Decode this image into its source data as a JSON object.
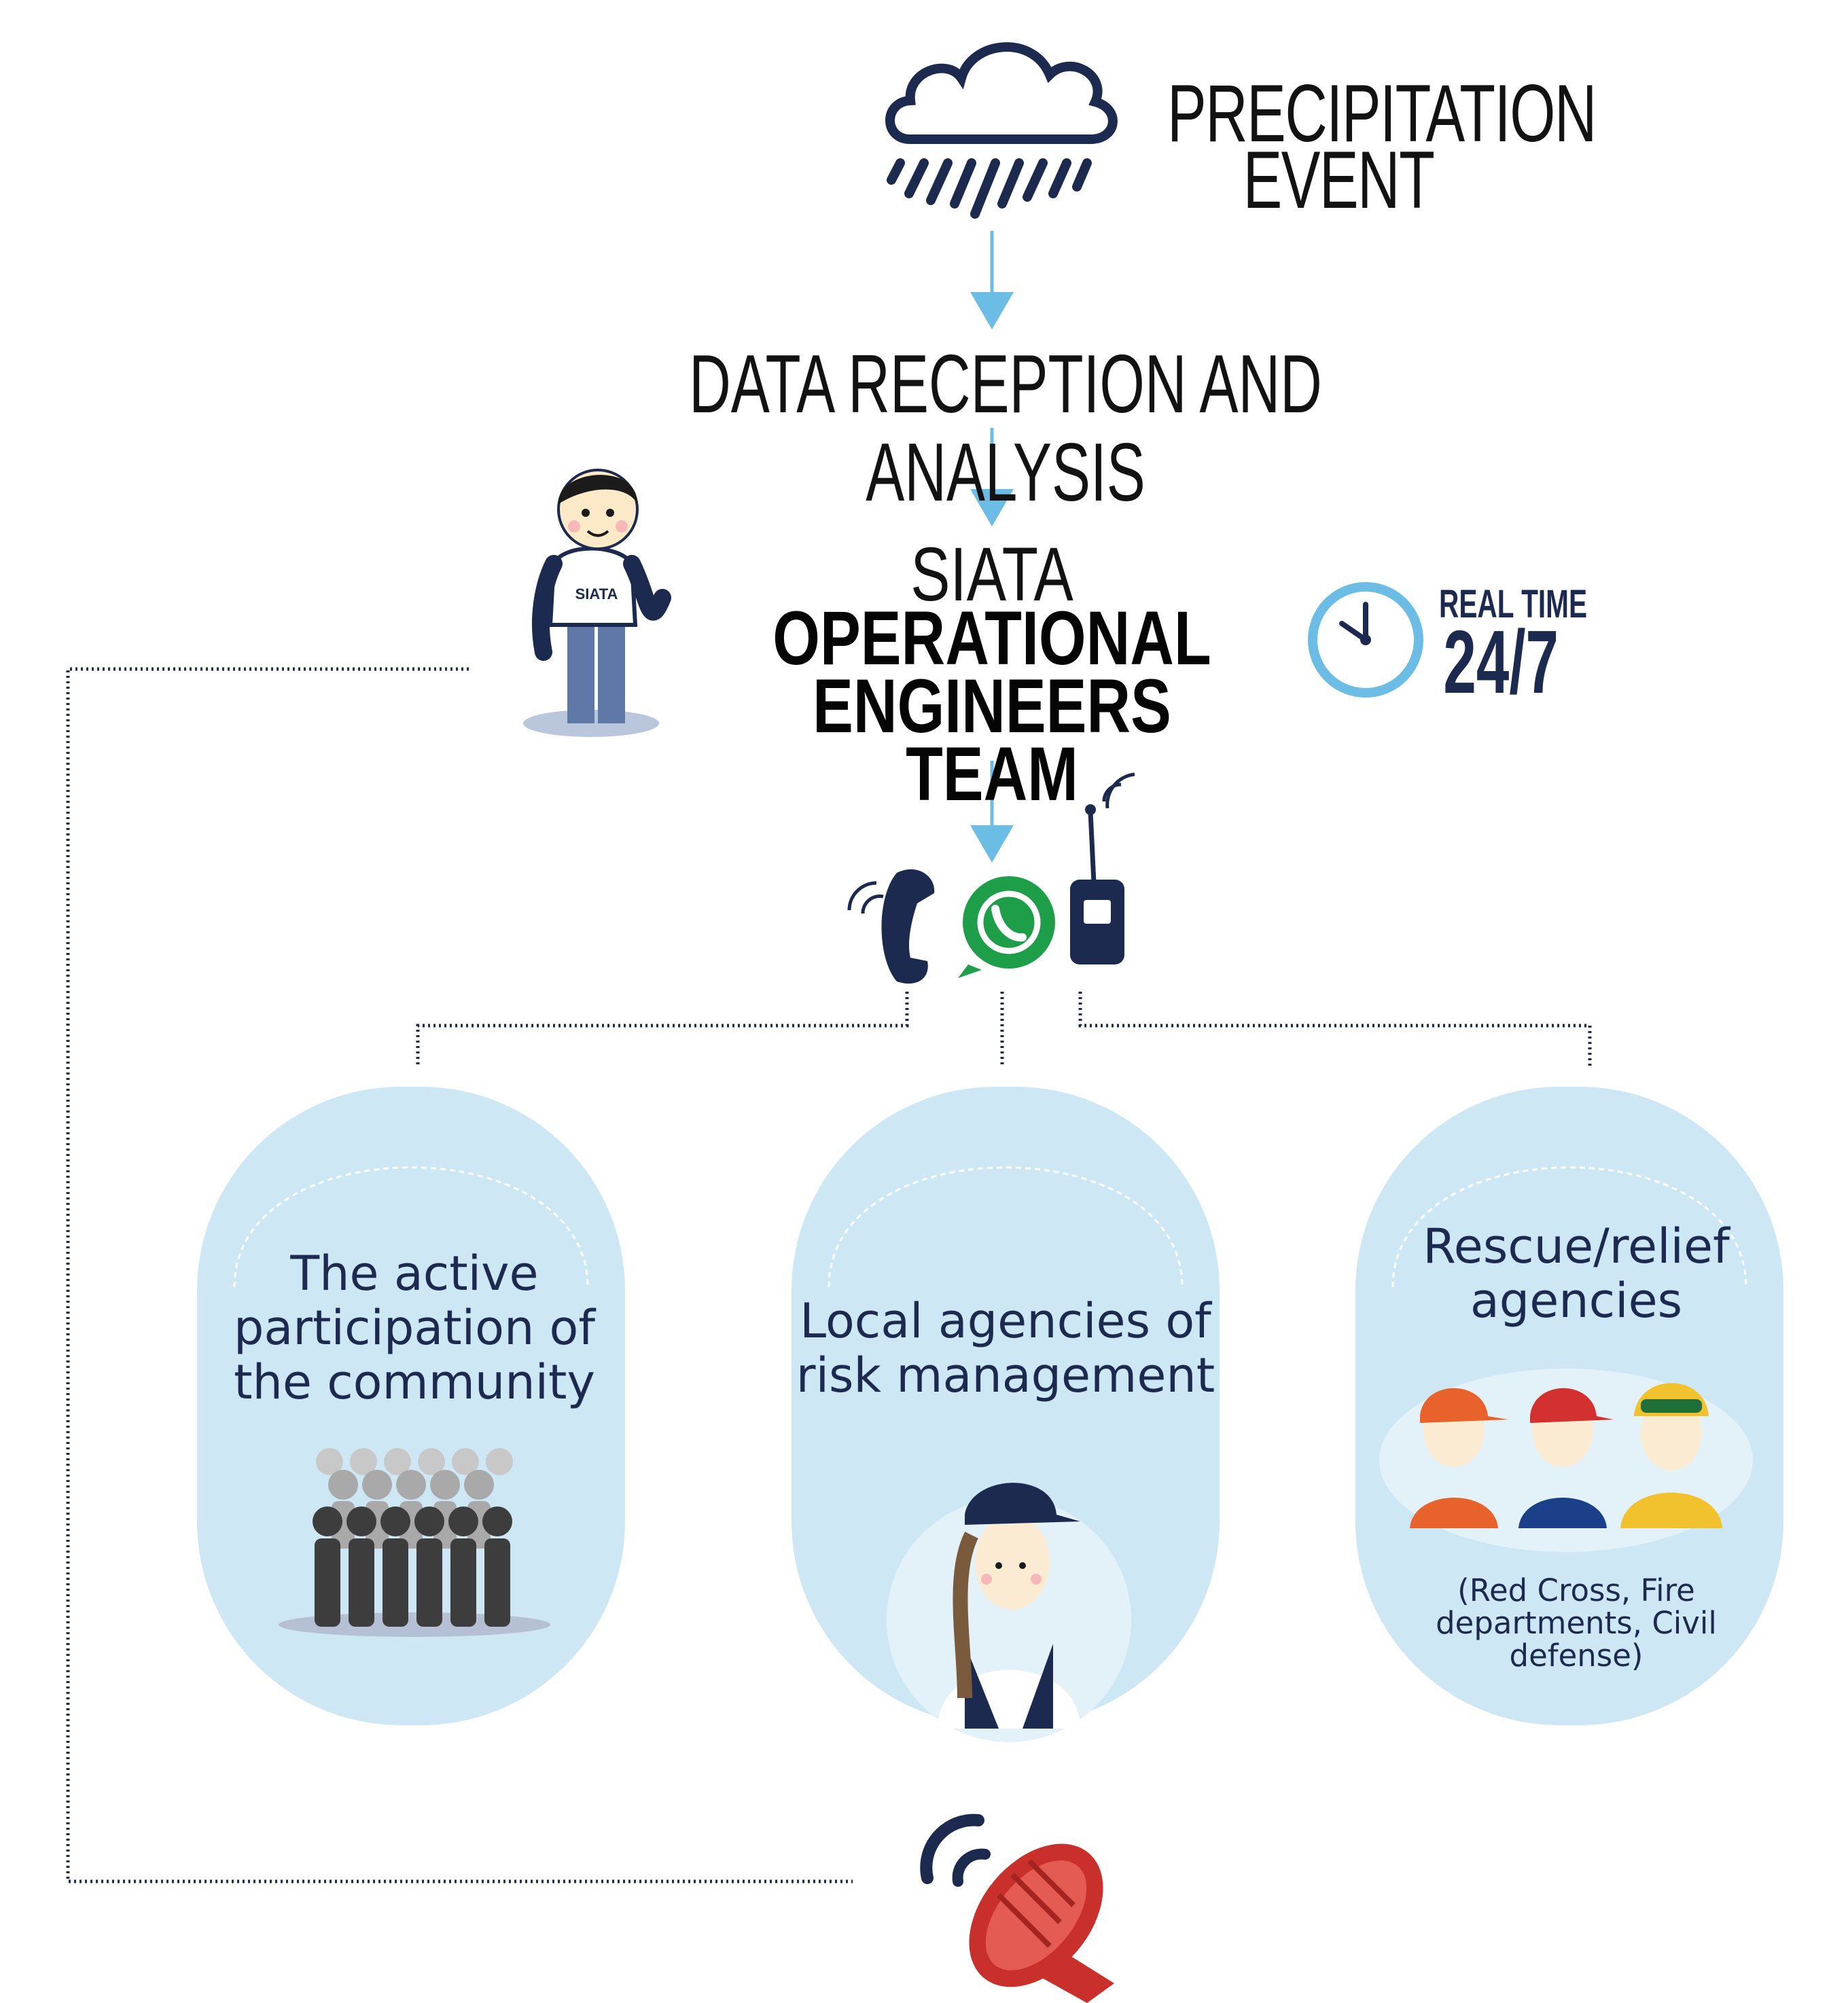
{
  "steps": {
    "precipitation": "PRECIPITATION\nEVENT",
    "data_reception": "DATA RECEPTION AND ANALYSIS",
    "siata": "SIATA",
    "ops_team": "OPERATIONAL\nENGINEERS TEAM",
    "realtime_label": "REAL TIME",
    "realtime_value": "24/7"
  },
  "mascot_shirt": "SIATA",
  "recipients": [
    {
      "title": "The active participation of the community",
      "note": ""
    },
    {
      "title": "Local agencies of risk management",
      "note": ""
    },
    {
      "title": "Rescue/relief agencies",
      "note": "(Red Cross, Fire departments,  Civil defense)"
    }
  ],
  "icons": [
    "rain-cloud-icon",
    "clock-icon",
    "phone-icon",
    "whatsapp-icon",
    "radio-icon",
    "crowd-icon",
    "siren-icon"
  ],
  "colors": {
    "navy": "#1c2a4f",
    "arrow": "#6bbde6",
    "pill": "#cde7f5",
    "whatsapp": "#1e9e48",
    "siren": "#c9302c"
  }
}
